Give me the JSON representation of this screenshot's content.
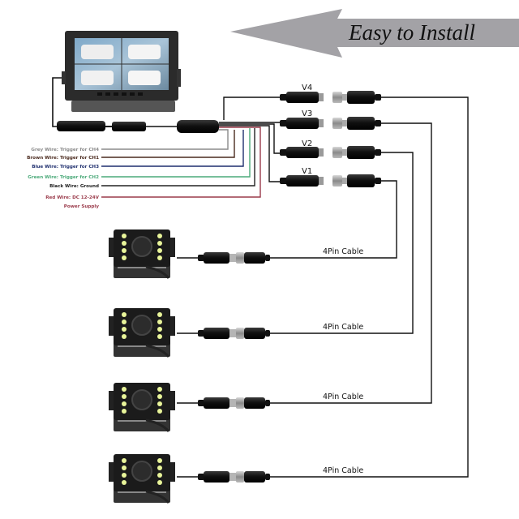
{
  "banner": {
    "title": "Easy to Install",
    "arrow_color": "#a3a2a6"
  },
  "monitor": {
    "name": "Quad-view monitor"
  },
  "wire_labels": [
    {
      "text": "Grey Wire: Trigger for CH4",
      "color": "#8a8a8a"
    },
    {
      "text": "Brown Wire: Trigger for CH1",
      "color": "#4a2a1e"
    },
    {
      "text": "Blue Wire: Trigger for CH3",
      "color": "#1f2f6e"
    },
    {
      "text": "Green Wire: Trigger for CH2",
      "color": "#4caa7a"
    },
    {
      "text": "Black Wire: Ground",
      "color": "#222222"
    },
    {
      "text": "Red Wire: DC 12-24V",
      "color": "#9a3a4a"
    },
    {
      "text": "Power Supply",
      "color": "#9a3a4a"
    }
  ],
  "video_inputs": [
    "V4",
    "V3",
    "V2",
    "V1"
  ],
  "cameras": [
    {
      "id": "camera-1",
      "cable_label": "4Pin Cable"
    },
    {
      "id": "camera-2",
      "cable_label": "4Pin Cable"
    },
    {
      "id": "camera-3",
      "cable_label": "4Pin Cable"
    },
    {
      "id": "camera-4",
      "cable_label": "4Pin Cable"
    }
  ]
}
